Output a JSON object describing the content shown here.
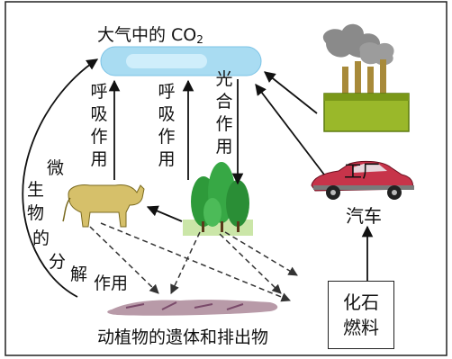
{
  "diagram": {
    "co2_label": "大气中的 CO",
    "co2_sub": "2",
    "factory_label": "工厂",
    "car_label": "汽车",
    "fossil_fuel_line1": "化石",
    "fossil_fuel_line2": "燃料",
    "remains_label": "动植物的遗体和排出物",
    "respiration_1": [
      "呼",
      "吸",
      "作",
      "用"
    ],
    "respiration_2": [
      "呼",
      "吸",
      "作",
      "用"
    ],
    "photosynthesis": [
      "光",
      "合",
      "作",
      "用"
    ],
    "decomposition_arc": [
      "微",
      "生",
      "物",
      "的",
      "分",
      "解"
    ],
    "decomposition_tail": "作用",
    "colors": {
      "cloud": "#a9dcf2",
      "tree": "#2e9a3a",
      "cow": "#d6c06a",
      "factory": "#9ab82a",
      "car": "#c7344a"
    },
    "icons": [
      "cloud-icon",
      "cow-icon",
      "trees-icon",
      "factory-icon",
      "car-icon",
      "remains-icon"
    ]
  }
}
